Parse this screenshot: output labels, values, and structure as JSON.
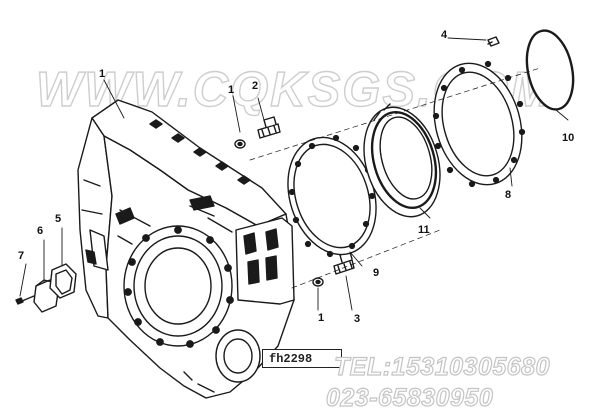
{
  "watermark": "WWW.CQKSGS.COM",
  "phone_lines": [
    "TEL:15310305680",
    "023-65830950"
  ],
  "drawing_ref": "fh2298",
  "callouts": [
    {
      "id": "c1a",
      "label": "1"
    },
    {
      "id": "c1b",
      "label": "1"
    },
    {
      "id": "c1c",
      "label": "1"
    },
    {
      "id": "c2",
      "label": "2"
    },
    {
      "id": "c3",
      "label": "3"
    },
    {
      "id": "c4",
      "label": "4"
    },
    {
      "id": "c5",
      "label": "5"
    },
    {
      "id": "c6",
      "label": "6"
    },
    {
      "id": "c7",
      "label": "7"
    },
    {
      "id": "c8",
      "label": "8"
    },
    {
      "id": "c9",
      "label": "9"
    },
    {
      "id": "c10",
      "label": "10"
    },
    {
      "id": "c11",
      "label": "11"
    }
  ]
}
